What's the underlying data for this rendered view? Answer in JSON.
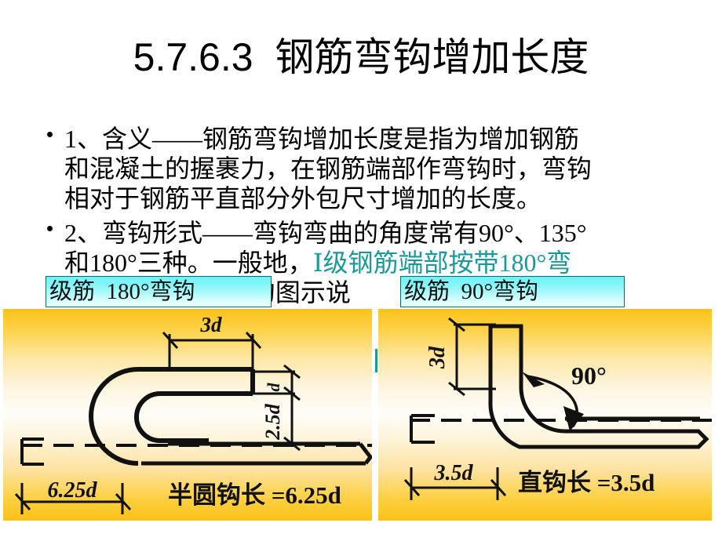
{
  "slide": {
    "title": "5.7.6.3  钢筋弯钩增加长度",
    "bullets": [
      {
        "id": "meaning",
        "lines": [
          "1、含义——钢筋弯钩增加长度是指为增加钢筋",
          "和混凝土的握裹力，在钢筋端部作弯钩时，弯钩",
          "相对于钢筋平直部分外包尺寸增加的长度。"
        ]
      },
      {
        "id": "forms",
        "line1": "2、弯钩形式——弯钩弯曲的角度常有90°、135°",
        "line2_black": "和180°三种。一般地，",
        "line2_teal": "Ⅰ级钢筋端部按带180°弯",
        "line3_black": "别的图示说",
        "line3_teal_tail": "部按"
      }
    ],
    "callouts": [
      {
        "id": "left",
        "text": "级筋  180°弯钩"
      },
      {
        "id": "right",
        "text": "级筋  90°弯钩"
      }
    ],
    "figures": [
      {
        "id": "semicircle-hook",
        "dim_top": "3d",
        "dim_right": "2.5d",
        "dim_bottom": "6.25d",
        "caption": "半圆钩长 =6.25d"
      },
      {
        "id": "right-angle-hook",
        "dim_left": "3d",
        "angle": "90°",
        "dim_bottom": "3.5d",
        "caption": "直钩长 =3.5d"
      }
    ],
    "colors": {
      "teal_text": "#199a9a",
      "callout_border": "#0b6a6a",
      "callout_fill": "#7ef3f7",
      "panel_gold": "#fbc21a",
      "ink": "#111111"
    }
  }
}
